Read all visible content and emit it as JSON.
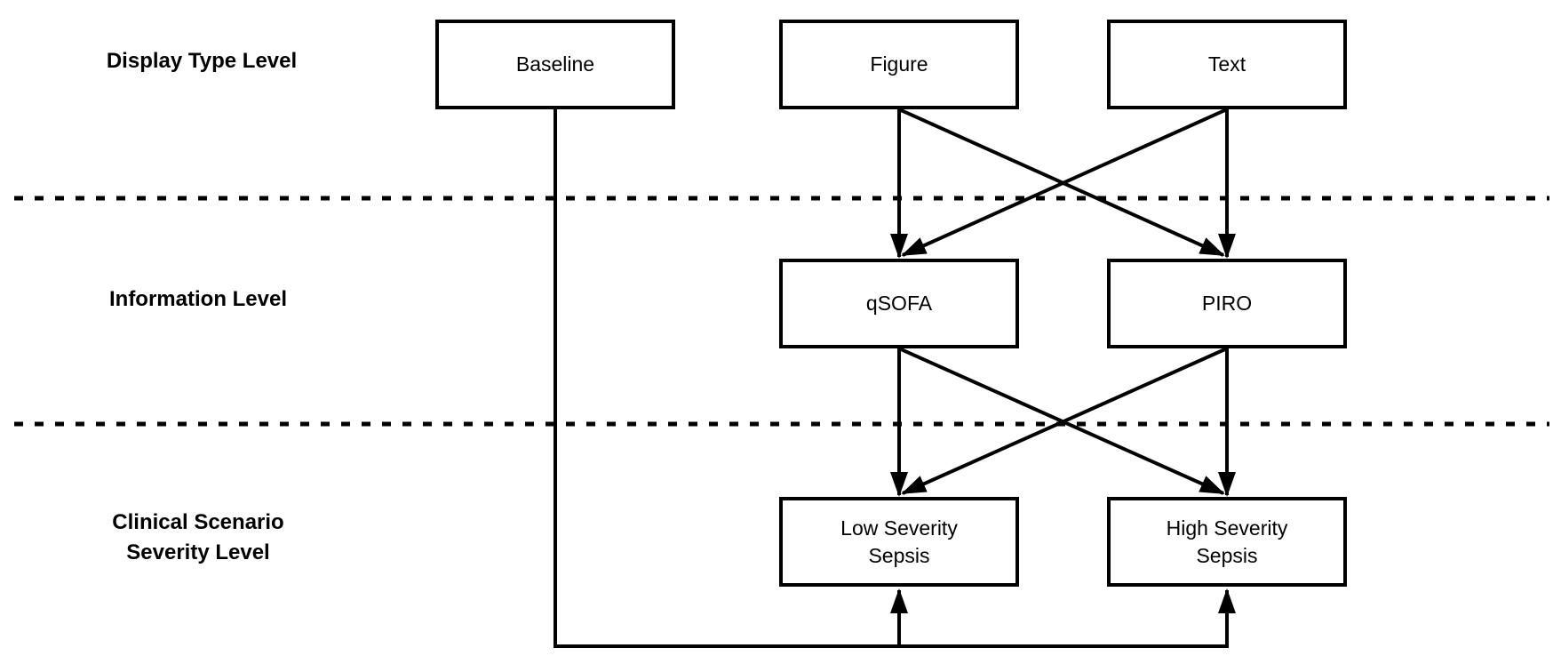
{
  "diagram": {
    "background_color": "#ffffff",
    "line_color": "#000000",
    "box_fill_color": "#ffffff",
    "row_labels": [
      {
        "id": "display-type-level",
        "lines": [
          "Display Type Level"
        ]
      },
      {
        "id": "information-level",
        "lines": [
          "Information Level"
        ]
      },
      {
        "id": "clinical-scenario-severity-level",
        "lines": [
          "Clinical Scenario",
          "Severity Level"
        ]
      }
    ],
    "nodes": [
      {
        "id": "baseline",
        "lines": [
          "Baseline"
        ]
      },
      {
        "id": "figure",
        "lines": [
          "Figure"
        ]
      },
      {
        "id": "text",
        "lines": [
          "Text"
        ]
      },
      {
        "id": "qsofa",
        "lines": [
          "qSOFA"
        ]
      },
      {
        "id": "piro",
        "lines": [
          "PIRO"
        ]
      },
      {
        "id": "low-severity-sepsis",
        "lines": [
          "Low Severity",
          "Sepsis"
        ]
      },
      {
        "id": "high-severity-sepsis",
        "lines": [
          "High Severity",
          "Sepsis"
        ]
      }
    ],
    "edges": [
      {
        "from": "figure",
        "to": "qsofa"
      },
      {
        "from": "figure",
        "to": "piro"
      },
      {
        "from": "text",
        "to": "qsofa"
      },
      {
        "from": "text",
        "to": "piro"
      },
      {
        "from": "qsofa",
        "to": "low-severity-sepsis"
      },
      {
        "from": "qsofa",
        "to": "high-severity-sepsis"
      },
      {
        "from": "piro",
        "to": "low-severity-sepsis"
      },
      {
        "from": "piro",
        "to": "high-severity-sepsis"
      },
      {
        "from": "baseline",
        "to": "low-severity-sepsis"
      },
      {
        "from": "baseline",
        "to": "high-severity-sepsis"
      }
    ],
    "separators": [
      {
        "between": [
          "display-type-level",
          "information-level"
        ],
        "style": "dashed"
      },
      {
        "between": [
          "information-level",
          "clinical-scenario-severity-level"
        ],
        "style": "dashed"
      }
    ]
  }
}
